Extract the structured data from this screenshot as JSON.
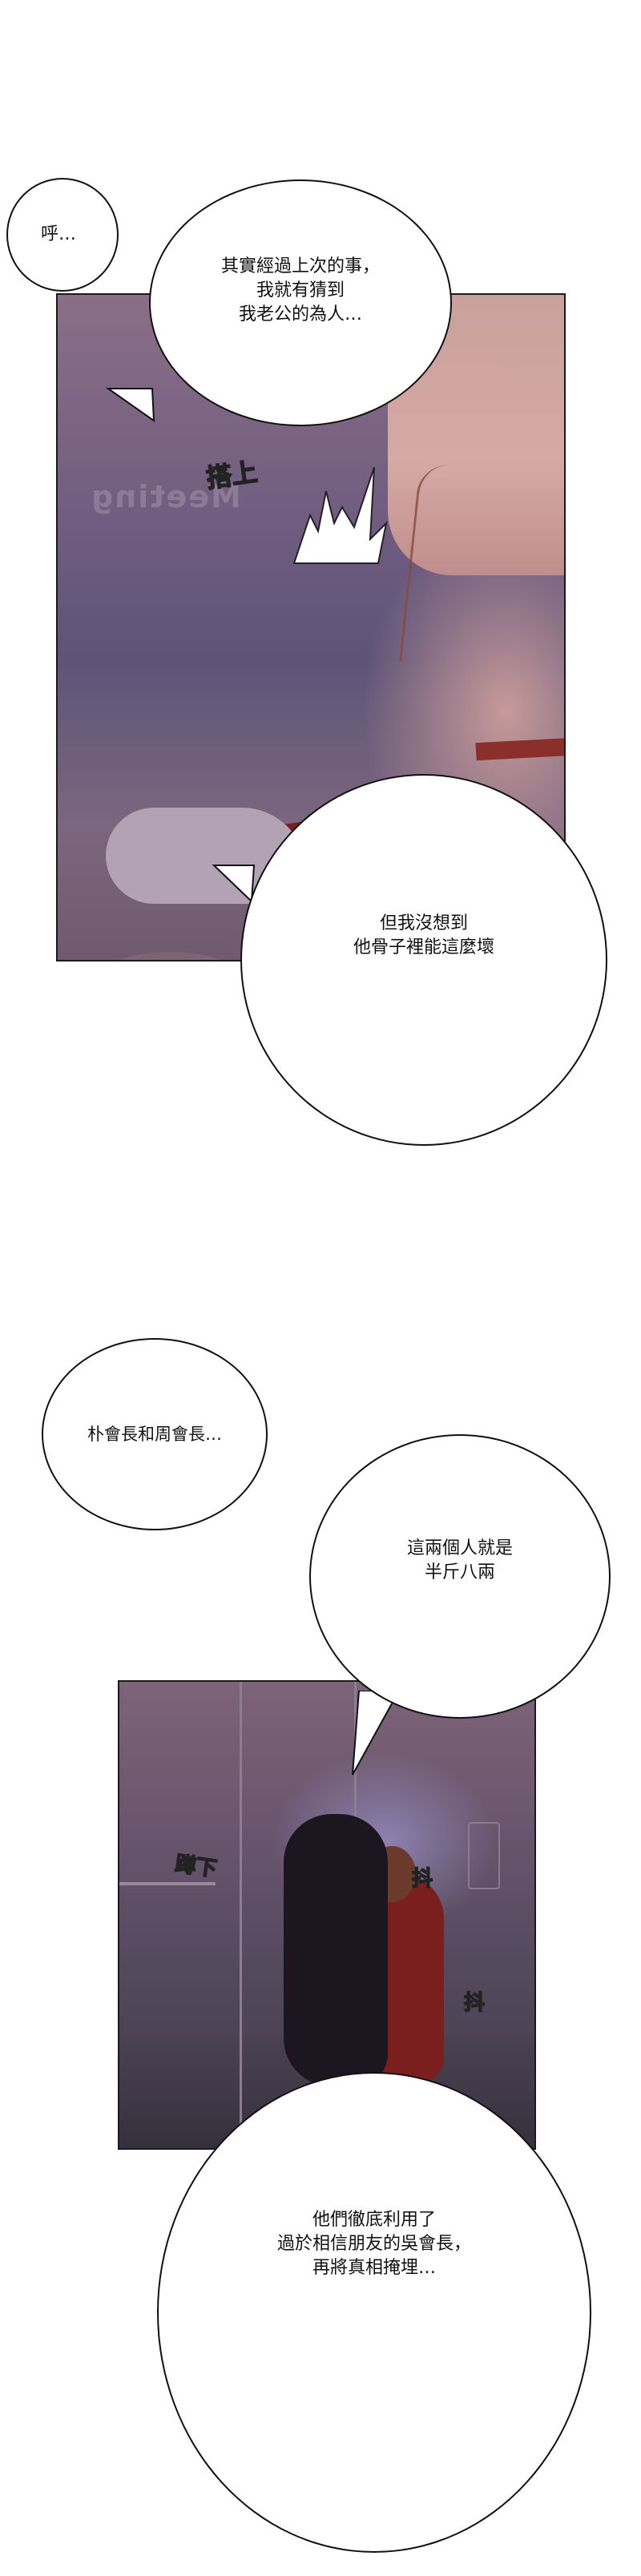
{
  "comic": {
    "format": "vertical webtoon strip",
    "background_color": "#ffffff",
    "border_color": "#1a1a1a"
  },
  "bubbles": [
    {
      "id": "b1",
      "text": "呼…"
    },
    {
      "id": "b2",
      "text": "其實經過上次的事，\n我就有猜到\n我老公的為人…"
    },
    {
      "id": "b3",
      "text": "但我沒想到\n他骨子裡能這麼壞"
    },
    {
      "id": "b4",
      "text": "朴會長和周會長…"
    },
    {
      "id": "b5",
      "text": "這兩個人就是\n半斤八兩"
    },
    {
      "id": "b6",
      "text": "他們徹底利用了\n過於相信朋友的吳會長，\n再將真相掩埋…"
    }
  ],
  "panels": [
    {
      "id": "panel-1",
      "description": "Close-up of a hand grabbing the red dress strap of a woman with a collar",
      "sfx": [
        {
          "text": "搭上"
        }
      ],
      "background_text": "Meeting",
      "colors": {
        "wall": "#6f5c80",
        "skin": "#d5aaa5",
        "dress": "#7a1f1e",
        "collar": "#8a2f2a"
      }
    },
    {
      "id": "panel-2",
      "description": "Woman in black crouching beside a trembling woman in red on an office floor",
      "sfx": [
        {
          "text": "蹲下"
        },
        {
          "text": "抖"
        },
        {
          "text": "抖"
        }
      ],
      "colors": {
        "wall": "#6a566e",
        "floor": "#36303d",
        "dress_black": "#1c1620",
        "dress_red": "#7a1f1e"
      }
    }
  ]
}
